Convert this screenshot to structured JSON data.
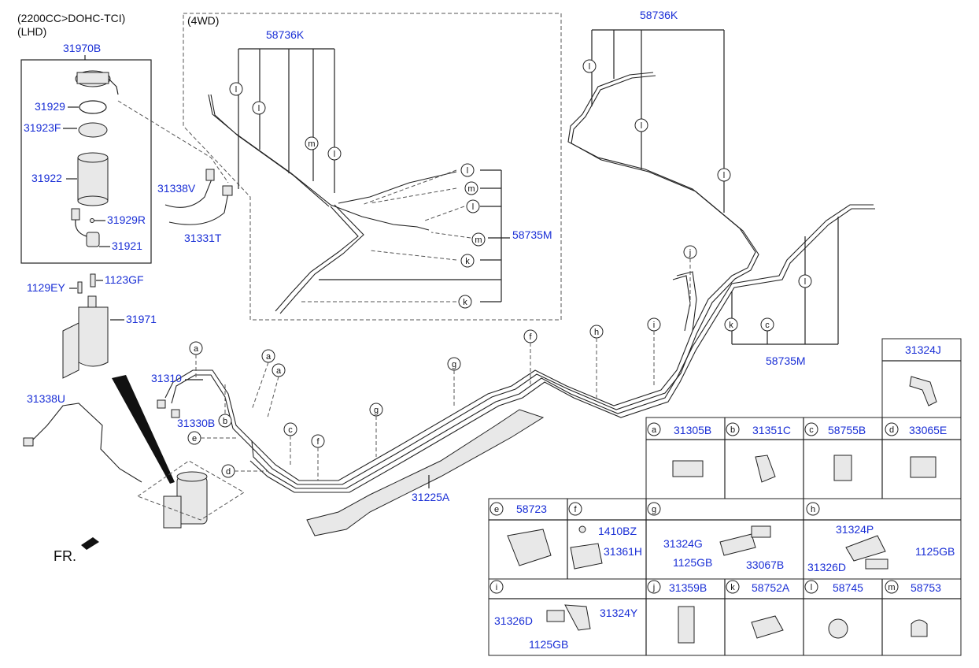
{
  "header": {
    "engine": "(2200CC>DOHC-TCI)",
    "drive_side": "(LHD)"
  },
  "fwd_box": {
    "title": "(4WD)"
  },
  "direction": {
    "label": "FR."
  },
  "parts": {
    "p31970B": "31970B",
    "p31929": "31929",
    "p31923F": "31923F",
    "p31922": "31922",
    "p31929R": "31929R",
    "p31921": "31921",
    "p31338V": "31338V",
    "p31331T": "31331T",
    "p1129EY": "1129EY",
    "p1123GF": "1123GF",
    "p31971": "31971",
    "p31338U": "31338U",
    "p31310": "31310",
    "p31330B": "31330B",
    "p31225A": "31225A",
    "p58736K_a": "58736K",
    "p58736K_b": "58736K",
    "p58735M_a": "58735M",
    "p58735M_b": "58735M"
  },
  "callouts": {
    "a": "a",
    "b": "b",
    "c": "c",
    "d": "d",
    "e": "e",
    "f": "f",
    "g": "g",
    "h": "h",
    "i": "i",
    "j": "j",
    "k": "k",
    "l": "l",
    "m": "m"
  },
  "legend": {
    "header_31324J": "31324J",
    "cells": [
      {
        "letter": "a",
        "part": "31305B"
      },
      {
        "letter": "b",
        "part": "31351C"
      },
      {
        "letter": "c",
        "part": "58755B"
      },
      {
        "letter": "d",
        "part": "33065E"
      },
      {
        "letter": "e",
        "part": "58723"
      },
      {
        "letter": "f",
        "part": ""
      },
      {
        "letter": "g",
        "part": ""
      },
      {
        "letter": "h",
        "part": ""
      },
      {
        "letter": "i",
        "part": ""
      },
      {
        "letter": "j",
        "part": "31359B"
      },
      {
        "letter": "k",
        "part": "58752A"
      },
      {
        "letter": "l",
        "part": "58745"
      },
      {
        "letter": "m",
        "part": "58753"
      }
    ],
    "sub": {
      "f_1410BZ": "1410BZ",
      "f_31361H": "31361H",
      "g_31324G": "31324G",
      "g_1125GB": "1125GB",
      "g_33067B": "33067B",
      "h_31324P": "31324P",
      "h_1125GB": "1125GB",
      "h_31326D": "31326D",
      "i_31326D": "31326D",
      "i_31324Y": "31324Y",
      "i_1125GB": "1125GB"
    }
  }
}
